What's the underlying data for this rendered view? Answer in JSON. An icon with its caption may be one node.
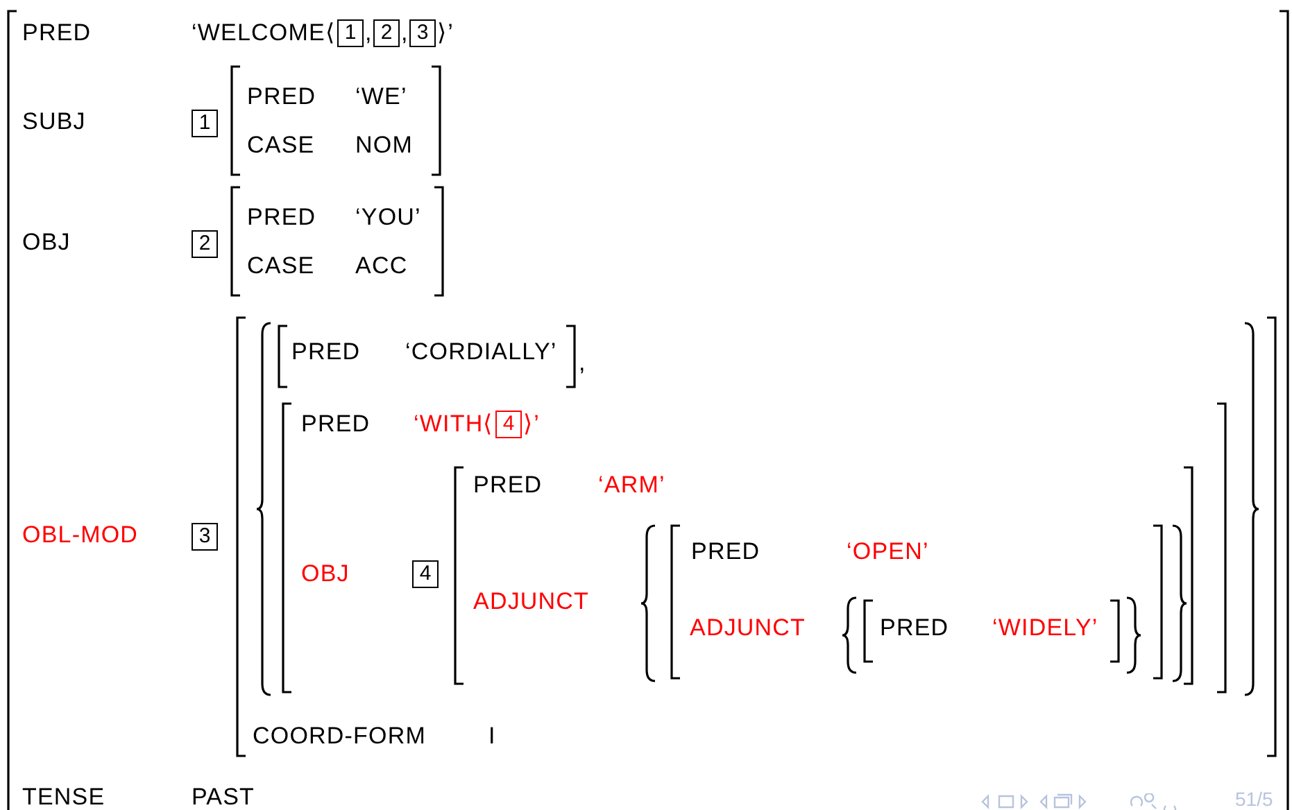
{
  "diagram": {
    "nodes": [
      {
        "text": [
          "PRED",
          "‘WELCOME⟨",
          ",",
          ",",
          "⟩’",
          "SUBJ",
          "OBJ",
          "OBL-MOD",
          "TENSE",
          "PAST"
        ]
      },
      {
        "text": [
          "1"
        ],
        "in": 0
      },
      {
        "text": [
          "2"
        ],
        "in": 0
      },
      {
        "text": [
          "3"
        ],
        "in": 0
      },
      {
        "text": [
          "1"
        ],
        "in": 0
      },
      {
        "text": [
          "PRED",
          "‘WE’",
          "CASE",
          "NOM"
        ],
        "in": 0
      },
      {
        "text": [
          "2"
        ],
        "in": 0
      },
      {
        "text": [
          "PRED",
          "‘YOU’",
          "CASE",
          "ACC"
        ],
        "in": 0
      },
      {
        "text": [
          "3"
        ],
        "in": 0
      },
      {
        "text": [
          "COORD-FORM",
          "I"
        ],
        "in": 0
      },
      {
        "text": [
          ","
        ],
        "in": 9
      },
      {
        "text": [
          "PRED",
          "‘CORDIALLY’"
        ],
        "in": 10
      },
      {
        "text": [
          "PRED",
          "‘WITH⟨",
          "⟩’",
          "OBJ"
        ],
        "in": 10
      },
      {
        "text": [
          "4"
        ],
        "in": 12
      },
      {
        "text": [
          "4"
        ],
        "in": 12
      },
      {
        "text": [
          "PRED",
          "‘ARM’",
          "ADJUNCT"
        ],
        "in": 12
      },
      {
        "text": [],
        "shape": "brace",
        "in": 15
      },
      {
        "text": [
          "PRED",
          "‘OPEN’",
          "ADJUNCT"
        ],
        "in": 16
      },
      {
        "text": [],
        "shape": "brace",
        "in": 17
      },
      {
        "text": [
          "PRED",
          "‘WIDELY’"
        ],
        "in": 18
      }
    ],
    "labels": [
      "51/5"
    ]
  }
}
